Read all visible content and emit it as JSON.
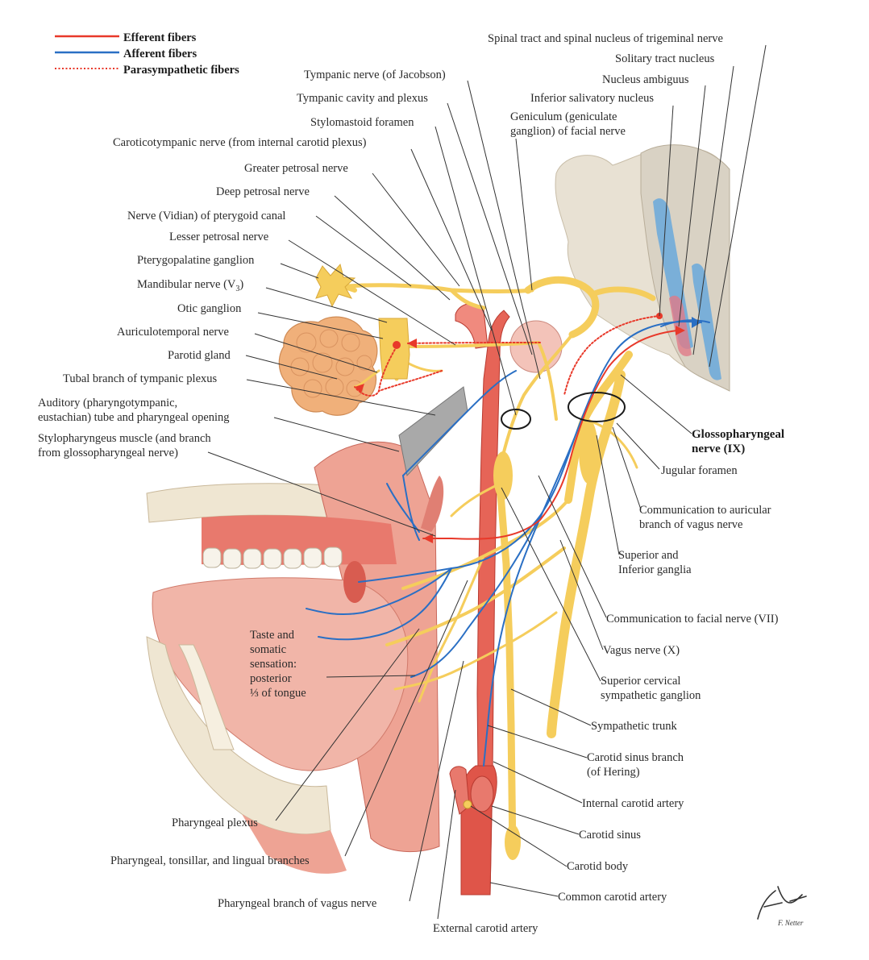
{
  "legend": [
    {
      "label": "Efferent fibers",
      "color": "#e8392a",
      "style": "solid"
    },
    {
      "label": "Afferent fibers",
      "color": "#2a6fc4",
      "style": "solid"
    },
    {
      "label": "Parasympathetic fibers",
      "color": "#e8392a",
      "style": "dotted"
    }
  ],
  "colors": {
    "nerve": "#f5cd5c",
    "nerve_edge": "#d9a93a",
    "artery": "#d9463f",
    "artery_light": "#f08a7e",
    "tissue": "#f2a89c",
    "bone": "#efe6d2",
    "brainstem": "#ddd6c8",
    "afferent": "#2a6fc4",
    "efferent": "#e8392a",
    "leader": "#333333"
  },
  "labels": {
    "spinal_tract": "Spinal tract and spinal nucleus of trigeminal nerve",
    "solitary_tract": "Solitary tract nucleus",
    "nucleus_ambiguus": "Nucleus ambiguus",
    "inferior_salivatory": "Inferior salivatory nucleus",
    "geniculum_1": "Geniculum (geniculate",
    "geniculum_2": "ganglion) of facial nerve",
    "tympanic_nerve": "Tympanic nerve (of Jacobson)",
    "tympanic_cavity": "Tympanic cavity and plexus",
    "stylomastoid": "Stylomastoid foramen",
    "caroticotympanic": "Caroticotympanic nerve (from internal carotid plexus)",
    "greater_petrosal": "Greater petrosal nerve",
    "deep_petrosal": "Deep petrosal nerve",
    "vidian": "Nerve (Vidian) of pterygoid canal",
    "lesser_petrosal": "Lesser petrosal nerve",
    "pterygopalatine": "Pterygopalatine ganglion",
    "mandibular": "Mandibular nerve (V",
    "mandibular_sub": "3",
    "mandibular_close": ")",
    "otic": "Otic ganglion",
    "auriculotemporal": "Auriculotemporal nerve",
    "parotid": "Parotid gland",
    "tubal": "Tubal branch of tympanic plexus",
    "auditory_1": "Auditory (pharyngotympanic,",
    "auditory_2": "eustachian) tube and pharyngeal opening",
    "stylopharyngeus_1": "Stylopharyngeus muscle (and branch",
    "stylopharyngeus_2": "from glossopharyngeal nerve)",
    "glossopharyngeal_1": "Glossopharyngeal",
    "glossopharyngeal_2": "nerve (IX)",
    "jugular": "Jugular foramen",
    "comm_auricular_1": "Communication to auricular",
    "comm_auricular_2": "branch of vagus nerve",
    "sup_inf_ganglia_1": "Superior and",
    "sup_inf_ganglia_2": "Inferior ganglia",
    "comm_facial": "Communication to facial nerve (VII)",
    "vagus": "Vagus nerve (X)",
    "sup_cervical_1": "Superior cervical",
    "sup_cervical_2": "sympathetic ganglion",
    "sympathetic_trunk": "Sympathetic trunk",
    "carotid_sinus_branch_1": "Carotid sinus branch",
    "carotid_sinus_branch_2": "(of Hering)",
    "internal_carotid": "Internal carotid artery",
    "carotid_sinus": "Carotid sinus",
    "carotid_body": "Carotid body",
    "common_carotid": "Common carotid artery",
    "external_carotid": "External carotid artery",
    "pharyngeal_branch_vagus": "Pharyngeal branch of vagus nerve",
    "pharyngeal_tonsillar": "Pharyngeal, tonsillar, and lingual branches",
    "pharyngeal_plexus": "Pharyngeal plexus",
    "taste_1": "Taste and",
    "taste_2": "somatic",
    "taste_3": "sensation:",
    "taste_4": "posterior",
    "taste_5_frac": "⅓",
    "taste_5": " of tongue",
    "signature": "F. Netter"
  }
}
